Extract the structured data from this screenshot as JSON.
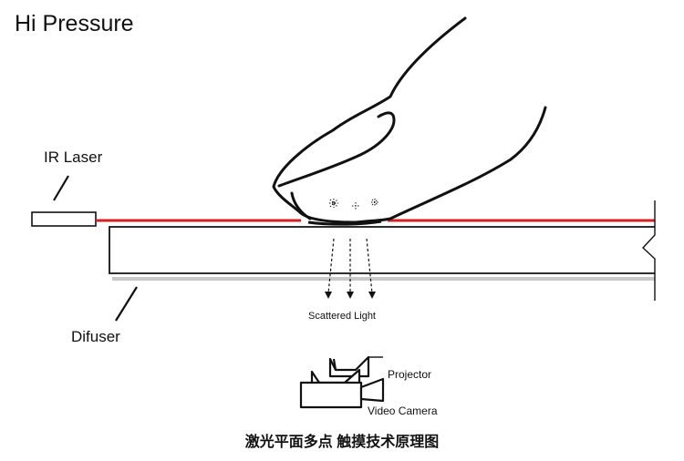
{
  "title": "Hi Pressure",
  "labels": {
    "ir_laser": "IR Laser",
    "difuser": "Difuser",
    "scattered_light": "Scattered Light",
    "projector": "Projector",
    "video_camera": "Video Camera"
  },
  "caption": "激光平面多点 触摸技术原理图",
  "colors": {
    "laser": "#d42020",
    "outline": "#111111",
    "diffuser_shadow": "#c8c8c8",
    "background": "#ffffff"
  },
  "icons": {
    "finger": "finger-icon",
    "projector": "projector-icon",
    "camera": "video-camera-icon"
  }
}
